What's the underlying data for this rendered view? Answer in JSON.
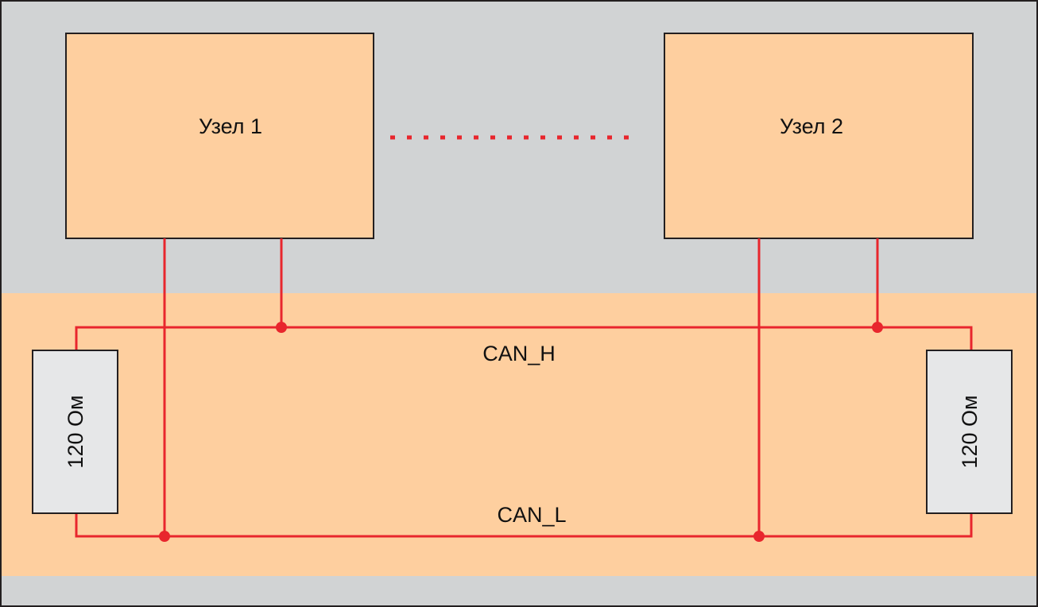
{
  "nodes": [
    {
      "label": "Узел 1"
    },
    {
      "label": "Узел 2"
    }
  ],
  "bus": {
    "high_label": "CAN_H",
    "low_label": "CAN_L"
  },
  "terminators": [
    {
      "label": "120 Ом"
    },
    {
      "label": "120 Ом"
    }
  ],
  "colors": {
    "background": "#d1d3d4",
    "bus_area": "#fecf9f",
    "node_fill": "#fecf9f",
    "resistor_fill": "#e6e7e8",
    "wire": "#e8262d",
    "outline": "#231f20"
  }
}
